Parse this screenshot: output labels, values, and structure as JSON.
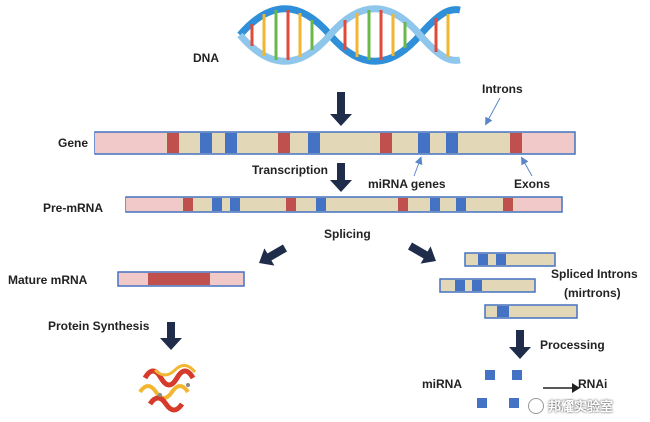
{
  "labels": {
    "dna": "DNA",
    "gene": "Gene",
    "introns": "Introns",
    "transcription": "Transcription",
    "mirna_genes": "miRNA genes",
    "exons": "Exons",
    "pre_mrna": "Pre-mRNA",
    "splicing": "Splicing",
    "mature_mrna": "Mature mRNA",
    "spliced_introns": "Spliced Introns",
    "mirtrons": "(mirtrons)",
    "protein_synthesis": "Protein Synthesis",
    "processing": "Processing",
    "mirna": "miRNA",
    "rnai": "RNAi",
    "watermark": "邦耀实验室"
  },
  "colors": {
    "intron": "#e2d8b8",
    "exon_blue": "#4472c4",
    "exon_red": "#c0504d",
    "utr": "#f2c9c9",
    "arrow": "#1f2d4a",
    "pointer": "#5b87c9"
  }
}
